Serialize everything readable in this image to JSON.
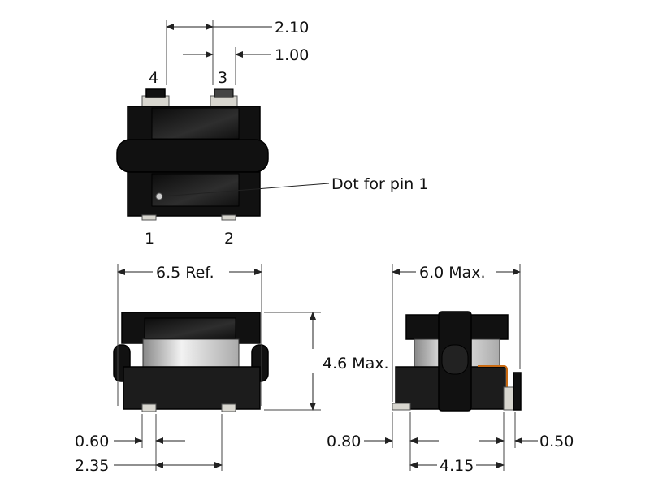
{
  "top_view": {
    "pin_labels": {
      "p4": "4",
      "p3": "3",
      "p1": "1",
      "p2": "2"
    },
    "dim_pin_pitch": "2.10",
    "dim_pin_width": "1.00",
    "dot_note": "Dot for pin 1"
  },
  "front_view": {
    "dim_width": "6.5 Ref.",
    "dim_height": "4.6 Max.",
    "dim_pad_width": "0.60",
    "dim_pad_spacing": "2.35"
  },
  "side_view": {
    "dim_width": "6.0 Max.",
    "dim_left_pad": "0.80",
    "dim_right_pad": "0.50",
    "dim_pad_spacing": "4.15"
  },
  "colors": {
    "body": "#111111",
    "pad": "#d8d6cf",
    "core": "#d0d0d0",
    "wire": "#c96a12"
  }
}
